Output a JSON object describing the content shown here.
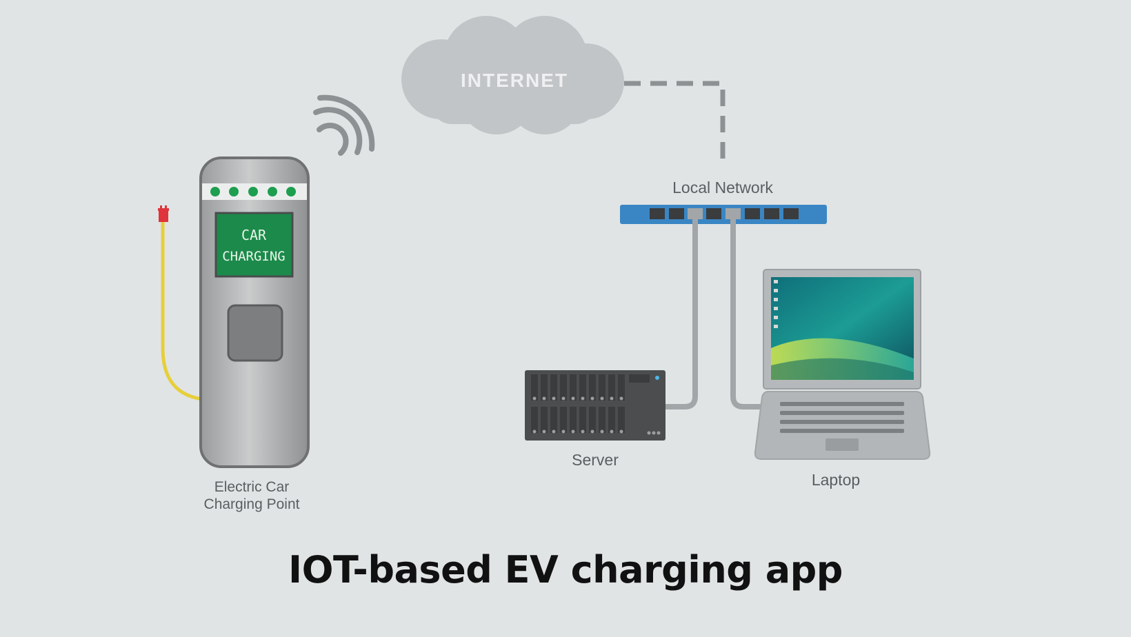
{
  "cloud": {
    "label": "INTERNET"
  },
  "charger": {
    "screen_line1": "CAR",
    "screen_line2": "CHARGING",
    "label_line1": "Electric Car",
    "label_line2": "Charging Point",
    "led_color": "#1e9e4f",
    "cable_color": "#e6cf3a",
    "plug_color": "#e0343c"
  },
  "network": {
    "label": "Local Network",
    "switch_color": "#3a86c4"
  },
  "server": {
    "label": "Server"
  },
  "laptop": {
    "label": "Laptop"
  },
  "title": "IOT-based EV charging app"
}
